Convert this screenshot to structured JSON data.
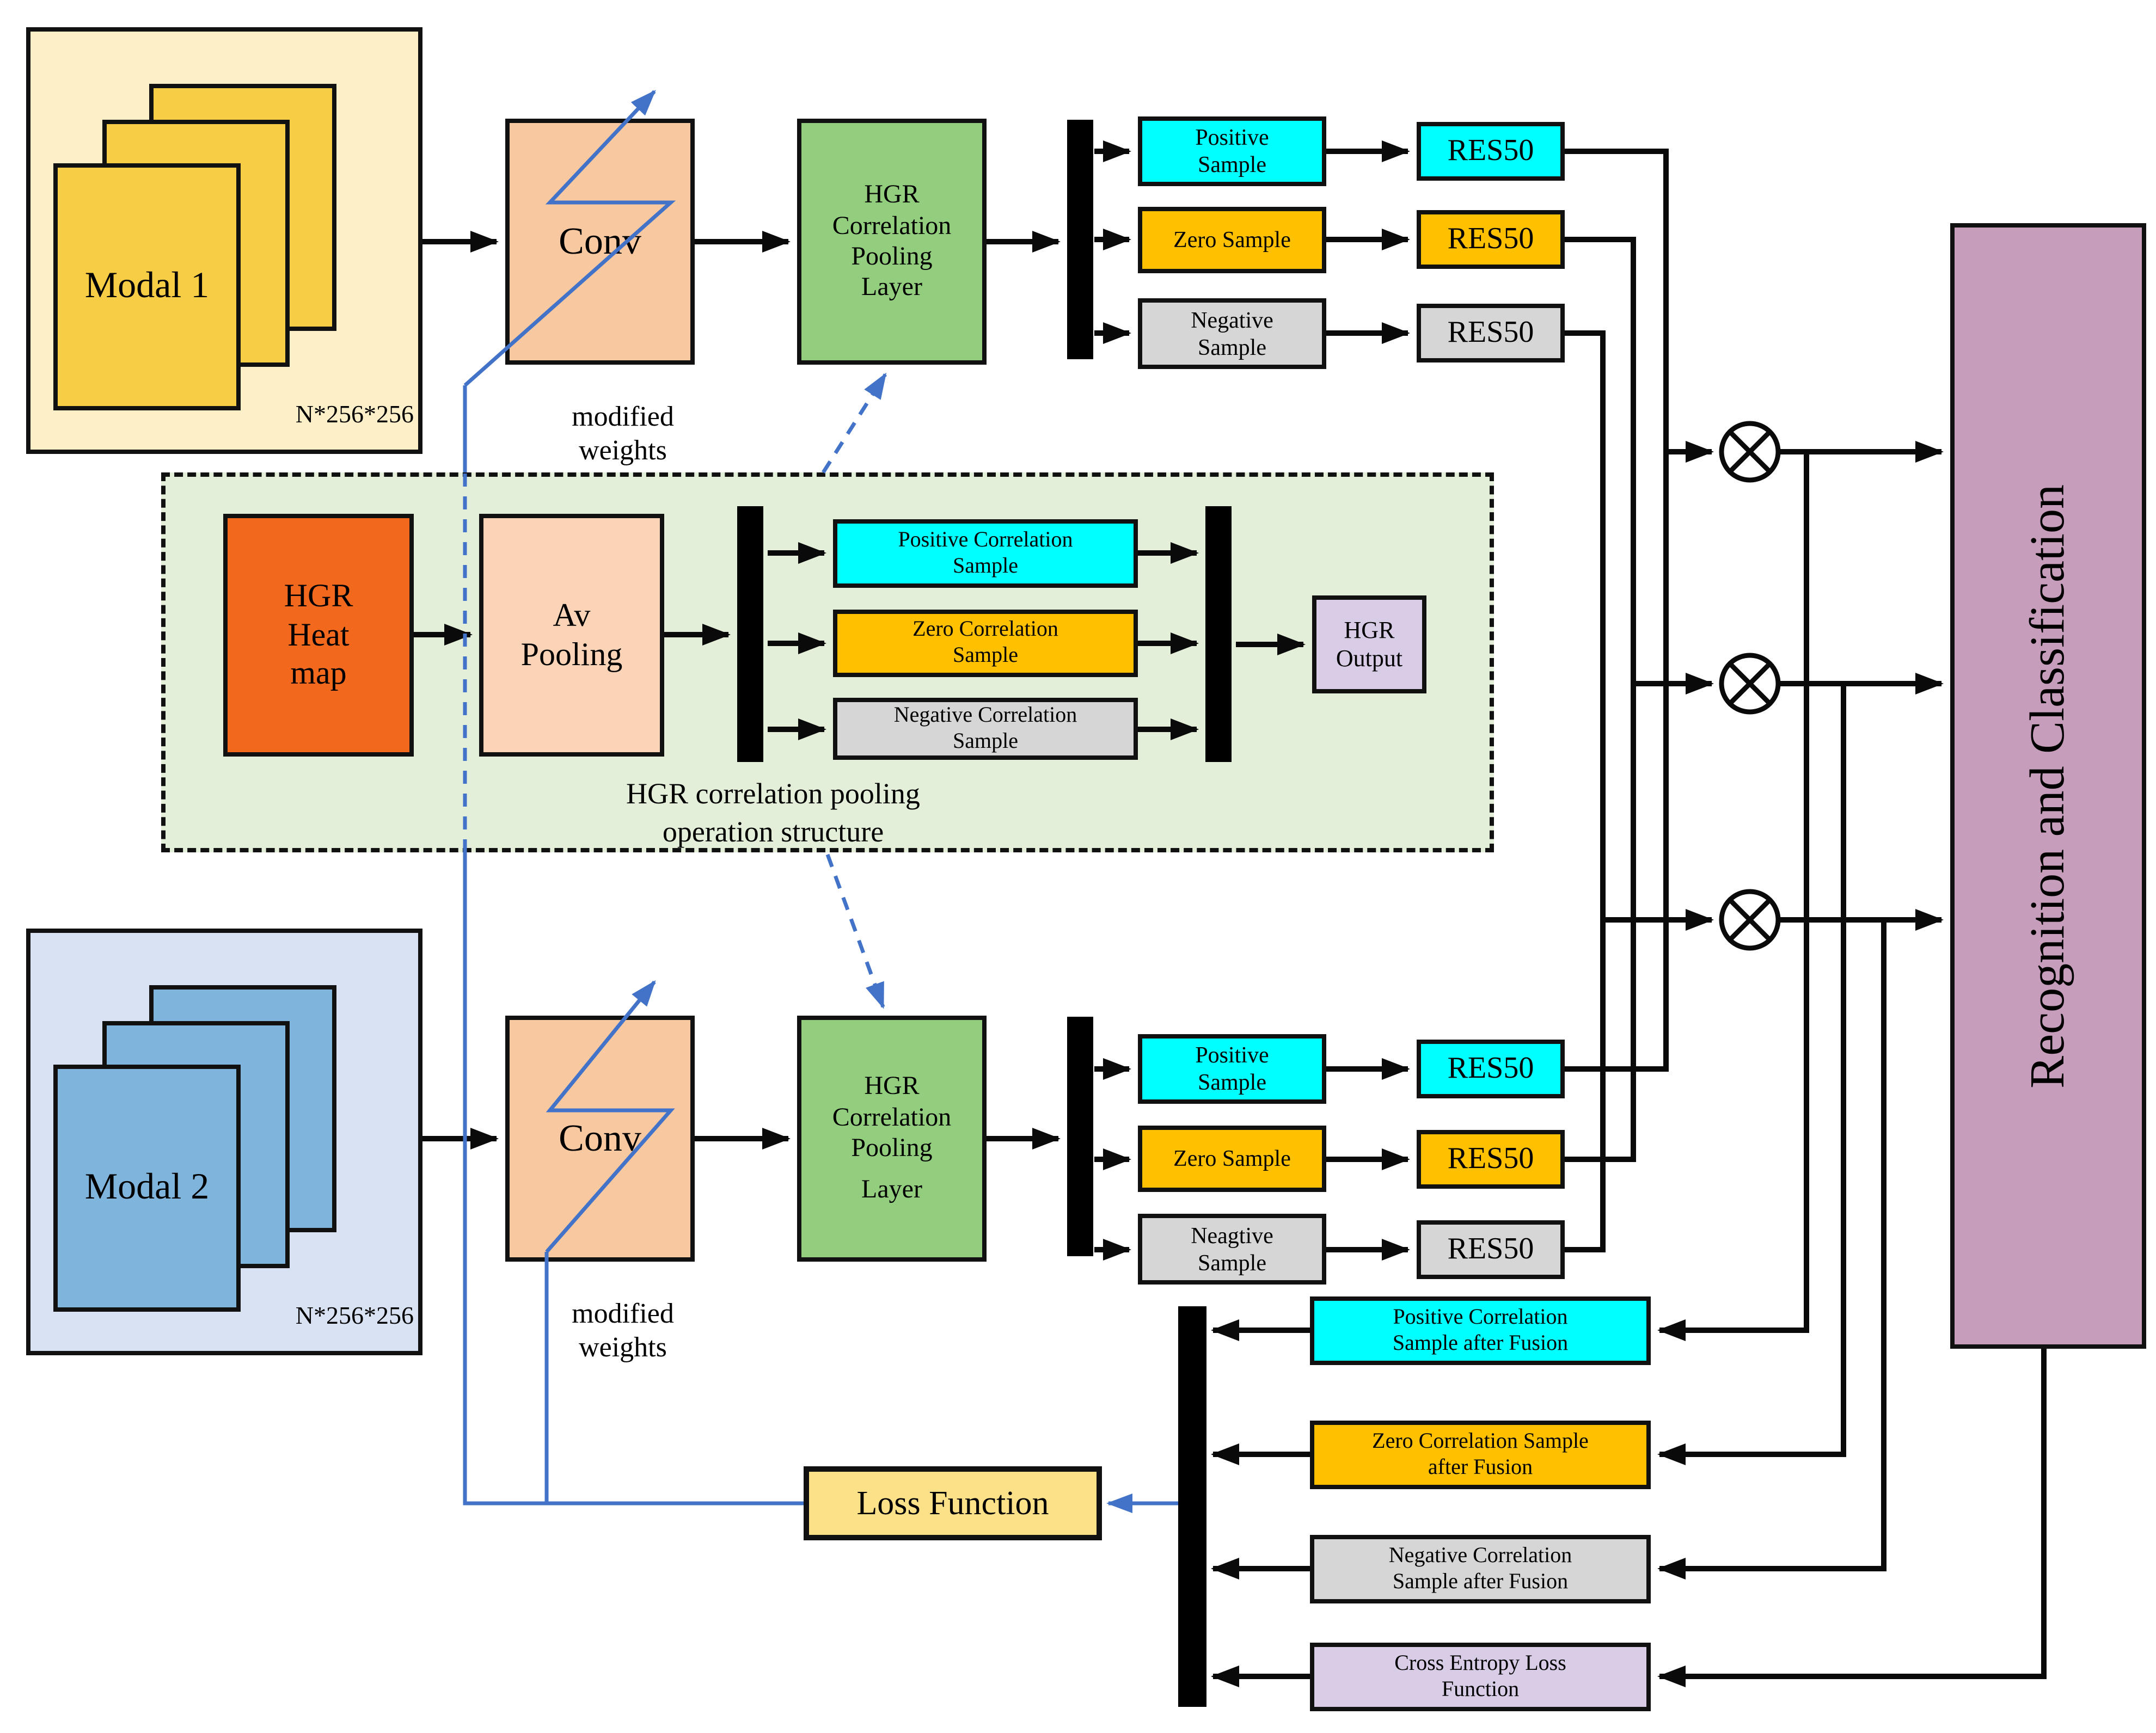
{
  "colors": {
    "accent_blue": "#4273C8",
    "cyan": "#00FFFF",
    "amber": "#FFC000",
    "gray_sample": "#D6D6D6",
    "green_layer": "#92CE7E",
    "green_structure": "#E3EFD9",
    "peach_conv": "#F8C8A0",
    "peach_avpool": "#FBD3B6",
    "orange_heatmap": "#F2691E",
    "purple_light": "#D8CCE6",
    "mauve_recognition": "#C79DBC",
    "cream_modal1": "#FDF0C9",
    "golden_sheet": "#F8CD46",
    "blue_modal2": "#D9E2F3",
    "blue_sheet": "#7FB5DC",
    "loss_yellow": "#FDE189"
  },
  "modal1": {
    "label": "Modal 1",
    "dims": "N*256*256"
  },
  "modal2": {
    "label": "Modal 2",
    "dims": "N*256*256"
  },
  "conv_top": {
    "label": "Conv",
    "note_line1": "modified",
    "note_line2": "weights"
  },
  "conv_bottom": {
    "label": "Conv",
    "note_line1": "modified",
    "note_line2": "weights"
  },
  "hgr_layer": {
    "line1": "HGR",
    "line2": "Correlation",
    "line3": "Pooling",
    "line4": "Layer"
  },
  "top_branch": {
    "positive_line1": "Positive",
    "positive_line2": "Sample",
    "zero": "Zero Sample",
    "negative_line1": "Negative",
    "negative_line2": "Sample",
    "res50_positive": "RES50",
    "res50_zero": "RES50",
    "res50_negative": "RES50"
  },
  "bottom_branch": {
    "positive_line1": "Positive",
    "positive_line2": "Sample",
    "zero": "Zero Sample",
    "negative_line1": "Neagtive",
    "negative_line2": "Sample",
    "res50_positive": "RES50",
    "res50_zero": "RES50",
    "res50_negative": "RES50"
  },
  "structure": {
    "heatmap_line1": "HGR",
    "heatmap_line2": "Heat",
    "heatmap_line3": "map",
    "avpool_line1": "Av",
    "avpool_line2": "Pooling",
    "positive_line1": "Positive Correlation",
    "positive_line2": "Sample",
    "zero_line1": "Zero Correlation",
    "zero_line2": "Sample",
    "negative_line1": "Negative Correlation",
    "negative_line2": "Sample",
    "output_line1": "HGR",
    "output_line2": "Output",
    "caption_line1": "HGR correlation pooling",
    "caption_line2": "operation structure"
  },
  "fusion": {
    "positive_line1": "Positive Correlation",
    "positive_line2": "Sample after Fusion",
    "zero_line1": "Zero Correlation Sample",
    "zero_line2": "after Fusion",
    "negative_line1": "Negative Correlation",
    "negative_line2": "Sample after Fusion",
    "cross_entropy_line1": "Cross Entropy Loss",
    "cross_entropy_line2": "Function"
  },
  "recognition": {
    "label": "Recognition and Classification"
  },
  "loss": {
    "label": "Loss Function"
  }
}
